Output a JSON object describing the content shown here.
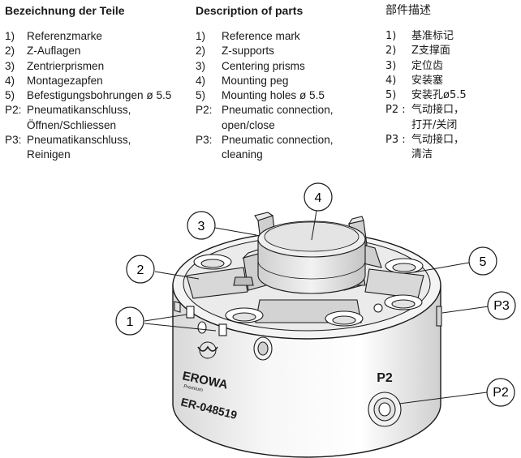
{
  "columns": {
    "de": {
      "heading": "Bezeichnung der Teile",
      "items": [
        {
          "num": "1)",
          "text": "Referenzmarke"
        },
        {
          "num": "2)",
          "text": "Z-Auflagen"
        },
        {
          "num": "3)",
          "text": "Zentrierprismen"
        },
        {
          "num": "4)",
          "text": "Montagezapfen"
        },
        {
          "num": "5)",
          "text": "Befestigungsbohrungen ø 5.5"
        },
        {
          "num": "P2:",
          "text": "Pneumatikanschluss,\nÖffnen/Schliessen"
        },
        {
          "num": "P3:",
          "text": "Pneumatikanschluss,\nReinigen"
        }
      ]
    },
    "en": {
      "heading": "Description of parts",
      "items": [
        {
          "num": "1)",
          "text": "Reference mark"
        },
        {
          "num": "2)",
          "text": "Z-supports"
        },
        {
          "num": "3)",
          "text": "Centering prisms"
        },
        {
          "num": "4)",
          "text": "Mounting peg"
        },
        {
          "num": "5)",
          "text": "Mounting holes ø 5.5"
        },
        {
          "num": "P2:",
          "text": "Pneumatic connection,\nopen/close"
        },
        {
          "num": "P3:",
          "text": "Pneumatic connection,\ncleaning"
        }
      ]
    },
    "cn": {
      "heading": "部件描述",
      "items": [
        {
          "num": "1)",
          "text": "基准标记"
        },
        {
          "num": "2)",
          "text": "Z支撑面"
        },
        {
          "num": "3)",
          "text": "定位齿"
        },
        {
          "num": "4)",
          "text": "安装塞"
        },
        {
          "num": "5)",
          "text": "安装孔ø5.5"
        },
        {
          "num": "P2 :",
          "text": "气动接口，\n打开/关闭"
        },
        {
          "num": "P3 :",
          "text": "气动接口，\n清洁"
        }
      ]
    }
  },
  "drawing": {
    "callouts": {
      "c1": "1",
      "c2": "2",
      "c3": "3",
      "c4": "4",
      "c5": "5",
      "p2": "P2",
      "p3": "P3"
    },
    "port_label": "P2",
    "brand": "EROWA",
    "brand_sub": "Premium",
    "serial": "ER-048519"
  }
}
